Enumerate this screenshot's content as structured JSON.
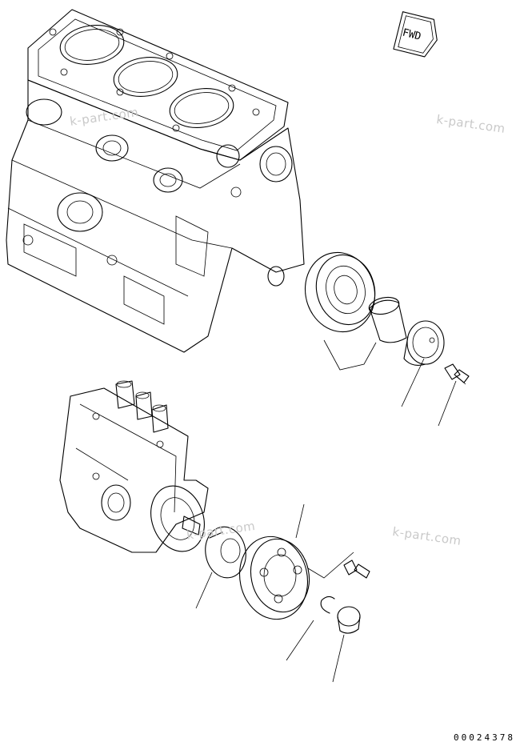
{
  "direction_marker": {
    "label": "FWD"
  },
  "watermarks": [
    "k-part.com",
    "k-part.com",
    "k-part.com",
    "k-part.com"
  ],
  "drawing_number": "00024378"
}
